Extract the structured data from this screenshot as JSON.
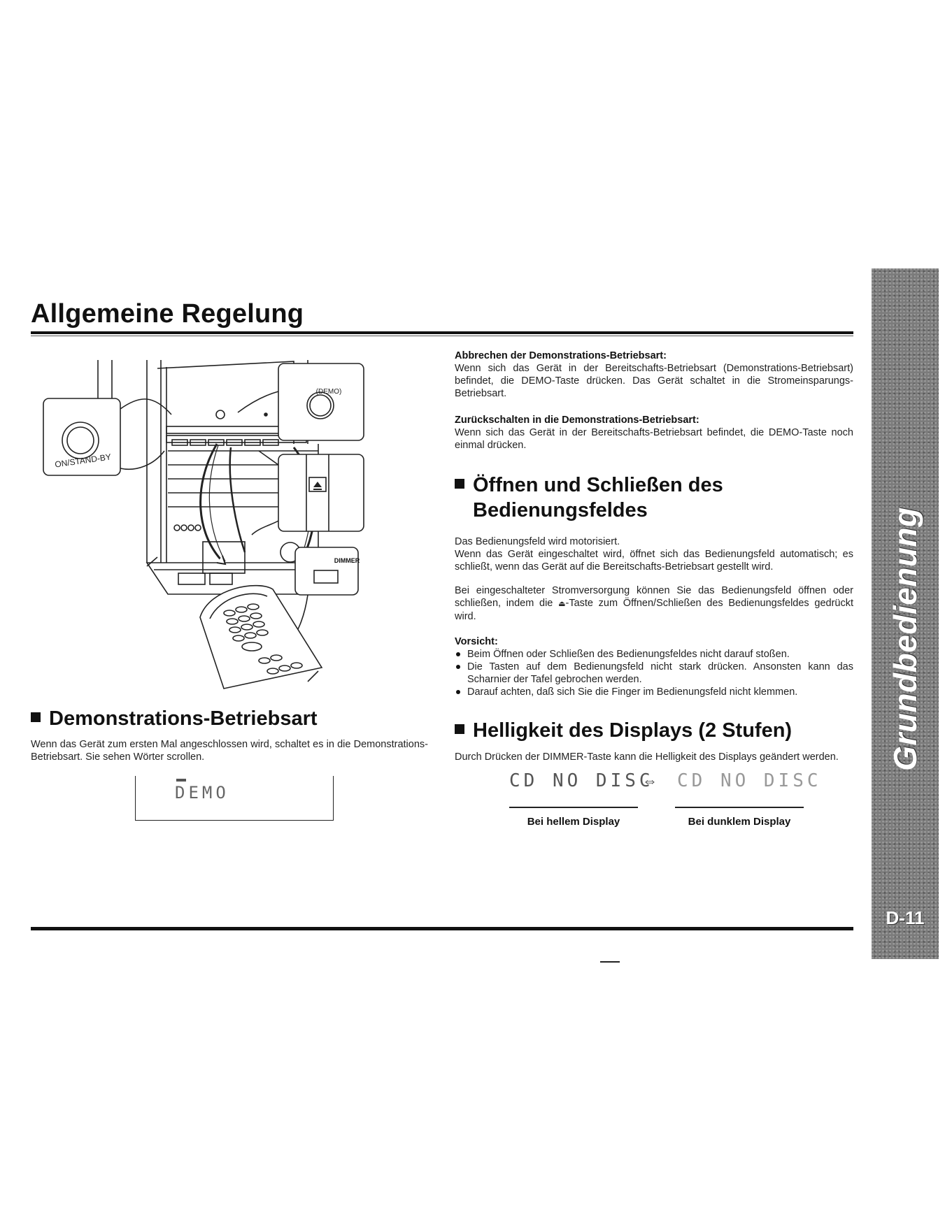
{
  "page": {
    "title": "Allgemeine Regelung",
    "side_tab": "Grundbedienung",
    "page_number": "D-11"
  },
  "illustration": {
    "on_standby_label": "ON/STAND-BY",
    "demo_label": "(DEMO)",
    "dimmer_label": "DIMMER",
    "eject_icon": "eject-icon"
  },
  "demo_section": {
    "heading": "Demonstrations-Betriebsart",
    "text": "Wenn das Gerät zum ersten Mal angeschlossen wird, schaltet es in die Demonstrations-Betriebsart. Sie sehen Wörter scrollen.",
    "display": "DEMO"
  },
  "cancel_demo": {
    "heading": "Abbrechen der Demonstrations-Betriebsart:",
    "text": "Wenn sich das Gerät in der Bereitschafts-Betriebsart (Demonstrations-Betriebsart) befindet, die DEMO-Taste drücken. Das Gerät schaltet in die Stromeinsparungs-Betriebsart."
  },
  "return_demo": {
    "heading": "Zurückschalten in die Demonstrations-Betriebsart:",
    "text": "Wenn sich das Gerät in der Bereitschafts-Betriebsart befindet, die DEMO-Taste noch einmal drücken."
  },
  "panel_section": {
    "heading_line1": "Öffnen und Schließen des",
    "heading_line2": "Bedienungsfeldes",
    "p1_line1": "Das Bedienungsfeld wird motorisiert.",
    "p1_line2": "Wenn das Gerät eingeschaltet wird, öffnet sich das Bedienungsfeld automatisch; es schließt, wenn das Gerät auf die Bereitschafts-Betriebsart gestellt wird.",
    "p2_before": "Bei eingeschalteter Stromversorgung können Sie das Bedienungsfeld öffnen oder schließen, indem die ",
    "p2_after": "-Taste zum Öffnen/Schließen des Bedienungsfeldes gedrückt wird.",
    "caution_heading": "Vorsicht:",
    "caution_items": [
      "Beim Öffnen oder Schließen des Bedienungsfeldes nicht darauf stoßen.",
      "Die Tasten auf dem Bedienungsfeld nicht stark drücken. Ansonsten kann das Scharnier der Tafel gebrochen werden.",
      "Darauf achten, daß sich Sie die Finger im Bedienungsfeld nicht klemmen."
    ]
  },
  "dimmer_section": {
    "heading": "Helligkeit des Displays (2 Stufen)",
    "text": "Durch Drücken der DIMMER-Taste kann die Helligkeit des Displays geändert werden.",
    "display_bright": "CD NO DISC",
    "display_dark": "CD NO DISC",
    "caption_bright": "Bei hellem Display",
    "caption_dark": "Bei dunklem Display"
  },
  "colors": {
    "text": "#111111",
    "tab_gray": "#7c7c7c"
  }
}
